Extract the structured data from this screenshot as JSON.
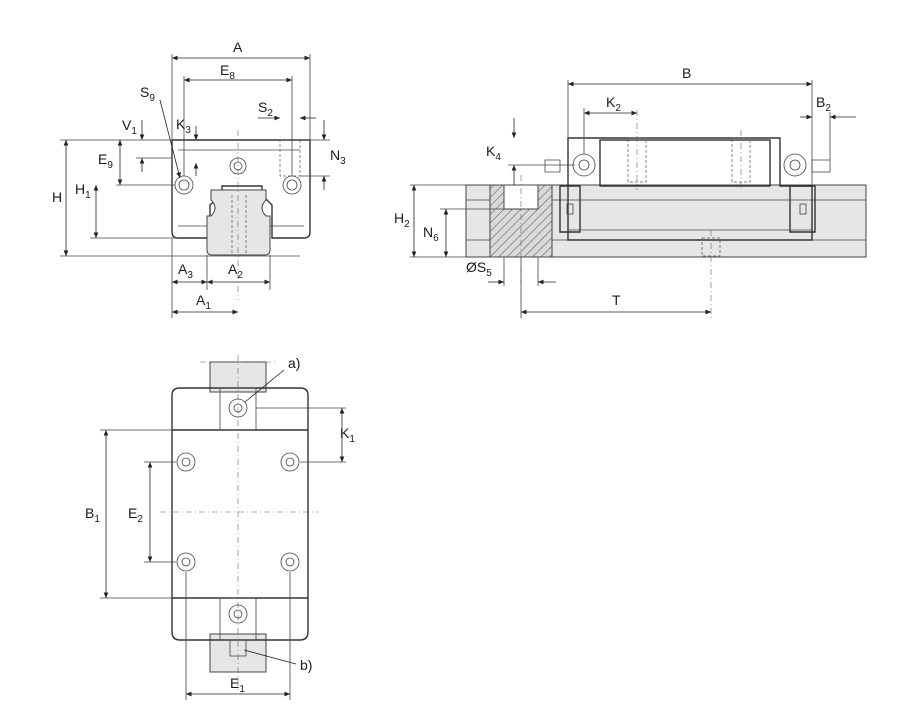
{
  "labels": {
    "A": {
      "main": "A",
      "sub": ""
    },
    "E8": {
      "main": "E",
      "sub": "8"
    },
    "S9": {
      "main": "S",
      "sub": "9"
    },
    "S2": {
      "main": "S",
      "sub": "2"
    },
    "V1": {
      "main": "V",
      "sub": "1"
    },
    "K3": {
      "main": "K",
      "sub": "3"
    },
    "N3": {
      "main": "N",
      "sub": "3"
    },
    "E9": {
      "main": "E",
      "sub": "9"
    },
    "H": {
      "main": "H",
      "sub": ""
    },
    "H1": {
      "main": "H",
      "sub": "1"
    },
    "A3": {
      "main": "A",
      "sub": "3"
    },
    "A2": {
      "main": "A",
      "sub": "2"
    },
    "A1": {
      "main": "A",
      "sub": "1"
    },
    "B": {
      "main": "B",
      "sub": ""
    },
    "K2": {
      "main": "K",
      "sub": "2"
    },
    "B2": {
      "main": "B",
      "sub": "2"
    },
    "K4": {
      "main": "K",
      "sub": "4"
    },
    "H2": {
      "main": "H",
      "sub": "2"
    },
    "N6": {
      "main": "N",
      "sub": "6"
    },
    "S5": {
      "main": "ØS",
      "sub": "5"
    },
    "T": {
      "main": "T",
      "sub": ""
    },
    "K1": {
      "main": "K",
      "sub": "1"
    },
    "B1": {
      "main": "B",
      "sub": "1"
    },
    "E2": {
      "main": "E",
      "sub": "2"
    },
    "E1": {
      "main": "E",
      "sub": "1"
    },
    "a": {
      "main": "a)",
      "sub": ""
    },
    "b": {
      "main": "b)",
      "sub": ""
    }
  }
}
